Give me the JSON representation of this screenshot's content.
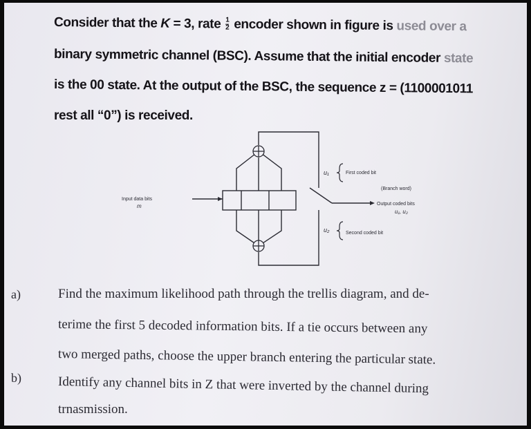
{
  "problem": {
    "line1": {
      "a": "Consider that the",
      "var": "K",
      "b": "= 3, rate",
      "frac_num": "1",
      "frac_den": "2",
      "c": "encoder shown in figure is",
      "d": "used over a"
    },
    "line2": {
      "a": "binary symmetric channel (BSC). Assume that the initial encoder",
      "b": "state"
    },
    "line3": "is the 00 state. At the output of the BSC, the sequence z = (1100001011",
    "line4": "rest all “0”) is received."
  },
  "figure": {
    "input_label": "Input data bits",
    "input_symbol": "m",
    "u1_symbol": "u₁",
    "first_bit_label": "First coded bit",
    "branch_word_label": "(Branch word)",
    "output_label": "Output coded bits",
    "output_symbol": "u₁, u₂",
    "u2_symbol": "u₂",
    "second_bit_label": "Second coded bit"
  },
  "questions": [
    {
      "label": "a)",
      "lines": [
        "Find the maximum likelihood path through the trellis diagram, and de-",
        "terime the first 5 decoded information bits. If a tie occurs between any",
        "two merged paths, choose the upper branch entering the particular state."
      ]
    },
    {
      "label": "b)",
      "lines": [
        "Identify any channel bits in Z that were inverted by the channel during",
        "trnasmission."
      ]
    }
  ]
}
